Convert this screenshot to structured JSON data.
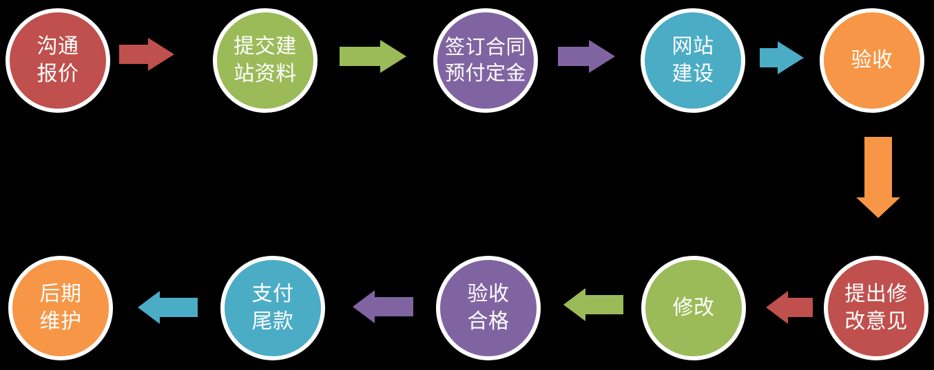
{
  "colors": {
    "background": "#000000",
    "node_text": "#ffffff",
    "node_ring": "#ffffff",
    "red": "#c0504d",
    "green": "#9bbb59",
    "purple": "#8064a2",
    "teal": "#4bacc6",
    "orange": "#f79646"
  },
  "nodes": [
    {
      "id": "communicate-quote",
      "lines": [
        "沟通",
        "报价"
      ],
      "color": "#c0504d"
    },
    {
      "id": "submit-site-materials",
      "lines": [
        "提交建",
        "站资料"
      ],
      "color": "#9bbb59"
    },
    {
      "id": "sign-contract-pay-deposit",
      "lines": [
        "签订合同",
        "预付定金"
      ],
      "color": "#8064a2"
    },
    {
      "id": "website-construction",
      "lines": [
        "网站",
        "建设"
      ],
      "color": "#4bacc6"
    },
    {
      "id": "acceptance-check",
      "lines": [
        "验收"
      ],
      "color": "#f79646"
    },
    {
      "id": "propose-revisions",
      "lines": [
        "提出修",
        "改意见"
      ],
      "color": "#c0504d"
    },
    {
      "id": "revise",
      "lines": [
        "修改"
      ],
      "color": "#9bbb59"
    },
    {
      "id": "acceptance-passed",
      "lines": [
        "验收",
        "合格"
      ],
      "color": "#8064a2"
    },
    {
      "id": "pay-balance",
      "lines": [
        "支付",
        "尾款"
      ],
      "color": "#4bacc6"
    },
    {
      "id": "post-maintenance",
      "lines": [
        "后期",
        "维护"
      ],
      "color": "#f79646"
    }
  ],
  "arrows": [
    {
      "from": "communicate-quote",
      "to": "submit-site-materials",
      "direction": "right",
      "color": "#c0504d"
    },
    {
      "from": "submit-site-materials",
      "to": "sign-contract-pay-deposit",
      "direction": "right",
      "color": "#9bbb59"
    },
    {
      "from": "sign-contract-pay-deposit",
      "to": "website-construction",
      "direction": "right",
      "color": "#8064a2"
    },
    {
      "from": "website-construction",
      "to": "acceptance-check",
      "direction": "right",
      "color": "#4bacc6"
    },
    {
      "from": "acceptance-check",
      "to": "propose-revisions",
      "direction": "down",
      "color": "#f79646"
    },
    {
      "from": "propose-revisions",
      "to": "revise",
      "direction": "left",
      "color": "#c0504d"
    },
    {
      "from": "revise",
      "to": "acceptance-passed",
      "direction": "left",
      "color": "#9bbb59"
    },
    {
      "from": "acceptance-passed",
      "to": "pay-balance",
      "direction": "left",
      "color": "#8064a2"
    },
    {
      "from": "pay-balance",
      "to": "post-maintenance",
      "direction": "left",
      "color": "#4bacc6"
    }
  ]
}
